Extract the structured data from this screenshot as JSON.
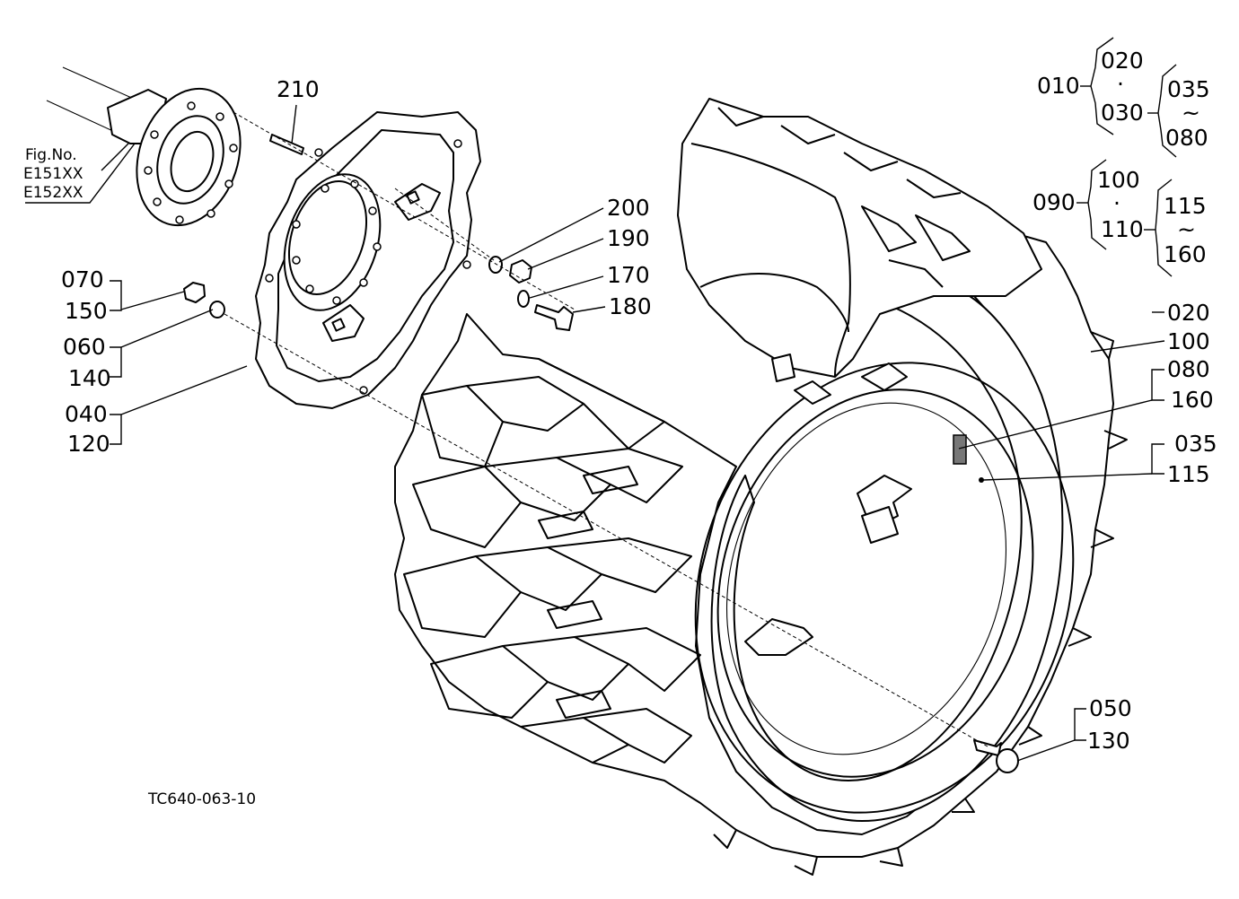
{
  "figure": {
    "ref": [
      "Fig.No.",
      "E151XX",
      "E152XX"
    ],
    "code": "TC640-063-10"
  },
  "callouts": {
    "c210": "210",
    "c200": "200",
    "c190": "190",
    "c170": "170",
    "c180": "180",
    "c070": "070",
    "c150": "150",
    "c060": "060",
    "c140": "140",
    "c040": "040",
    "c120": "120",
    "c020b": "020",
    "c100b": "100",
    "c080b": "080",
    "c160b": "160",
    "c035b": "035",
    "c115b": "115",
    "c050": "050",
    "c130": "130"
  },
  "legend": {
    "g1": {
      "root": "010",
      "a": "020",
      "dot": "·",
      "b": "030",
      "c1": "035",
      "tilde": "~",
      "c2": "080"
    },
    "g2": {
      "root": "090",
      "a": "100",
      "dot": "·",
      "b": "110",
      "c1": "115",
      "tilde": "~",
      "c2": "160"
    }
  }
}
